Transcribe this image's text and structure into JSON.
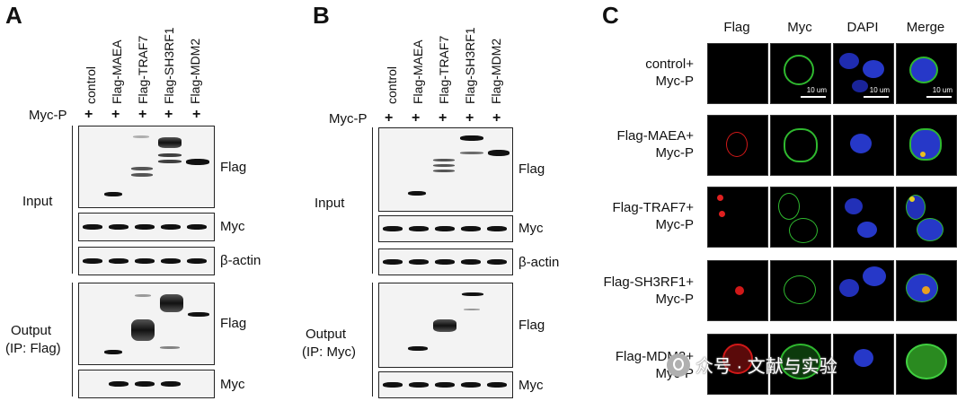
{
  "panels": {
    "a": {
      "letter": "A"
    },
    "b": {
      "letter": "B"
    },
    "c": {
      "letter": "C"
    }
  },
  "lanes": [
    "control",
    "Flag-MAEA",
    "Flag-TRAF7",
    "Flag-SH3RF1",
    "Flag-MDM2"
  ],
  "myc_p_label": "Myc-P",
  "plus": "+",
  "blot_labels": {
    "flag": "Flag",
    "myc": "Myc",
    "actin": "β-actin",
    "input": "Input",
    "output": "Output",
    "ip_flag": "(IP: Flag)",
    "ip_myc": "(IP: Myc)"
  },
  "microscopy": {
    "columns": [
      "Flag",
      "Myc",
      "DAPI",
      "Merge"
    ],
    "rows": [
      {
        "line1": "control+",
        "line2": "Myc-P"
      },
      {
        "line1": "Flag-MAEA+",
        "line2": "Myc-P"
      },
      {
        "line1": "Flag-TRAF7+",
        "line2": "Myc-P"
      },
      {
        "line1": "Flag-SH3RF1+",
        "line2": "Myc-P"
      },
      {
        "line1": "Flag-MDM2+",
        "line2": "Myc-P"
      }
    ],
    "scale_label": "10 um"
  },
  "watermark": "众号 · 文献与实验",
  "colors": {
    "flag_channel": "#ff2020",
    "myc_channel": "#30d030",
    "dapi_channel": "#2030c0",
    "band": "#111111"
  }
}
